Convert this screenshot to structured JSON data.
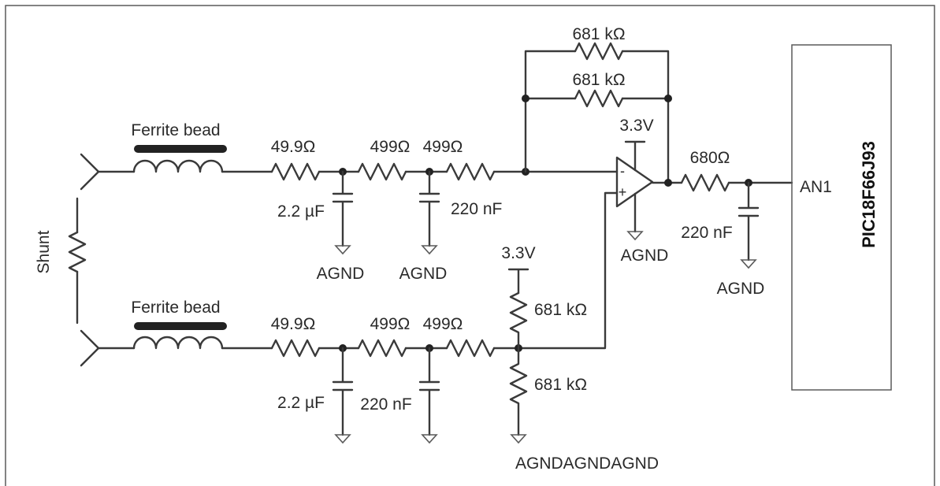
{
  "labels": {
    "bead_top": "Ferrite bead",
    "bead_bottom": "Ferrite bead",
    "shunt": "Shunt",
    "r_top_49_9": "49.9Ω",
    "r_top_499a": "499Ω",
    "r_top_499b": "499Ω",
    "c_top_2_2": "2.2 µF",
    "c_top_220": "220 nF",
    "agnd_top_1": "AGND",
    "agnd_top_2": "AGND",
    "r_fb_1": "681 kΩ",
    "r_fb_2": "681 kΩ",
    "opamp_supply": "3.3V",
    "opamp_minus": "-",
    "opamp_plus": "+",
    "agnd_opamp": "AGND",
    "r_out": "680Ω",
    "c_out": "220 nF",
    "agnd_out": "AGND",
    "mcu_pin": "AN1",
    "mcu_name": "PIC18F66J93",
    "r_bot_49_9": "49.9Ω",
    "r_bot_499a": "499Ω",
    "r_bot_499b": "499Ω",
    "c_bot_2_2": "2.2 µF",
    "c_bot_220": "220 nF",
    "bias_supply": "3.3V",
    "r_bias_top": "681 kΩ",
    "r_bias_bot": "681 kΩ",
    "agnd_bottom": "AGNDAGNDAGND"
  }
}
